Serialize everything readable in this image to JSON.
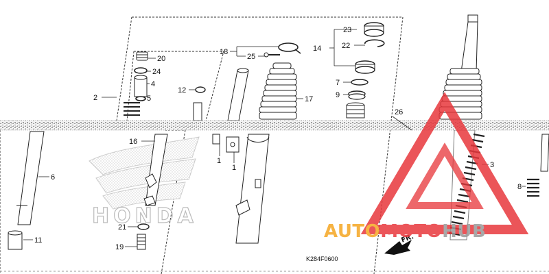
{
  "diagram": {
    "part_code": "K284F0600",
    "direction_label": "FR.",
    "callouts": [
      {
        "id": "c23",
        "label": "23"
      },
      {
        "id": "c22",
        "label": "22"
      },
      {
        "id": "c14",
        "label": "14"
      },
      {
        "id": "c20",
        "label": "20"
      },
      {
        "id": "c18",
        "label": "18"
      },
      {
        "id": "c25",
        "label": "25"
      },
      {
        "id": "c24",
        "label": "24"
      },
      {
        "id": "c7",
        "label": "7"
      },
      {
        "id": "c4",
        "label": "4"
      },
      {
        "id": "c12",
        "label": "12"
      },
      {
        "id": "c2",
        "label": "2"
      },
      {
        "id": "c5",
        "label": "5"
      },
      {
        "id": "c17",
        "label": "17"
      },
      {
        "id": "c9",
        "label": "9"
      },
      {
        "id": "c26",
        "label": "26"
      },
      {
        "id": "c16",
        "label": "16"
      },
      {
        "id": "c1a",
        "label": "1"
      },
      {
        "id": "c1b",
        "label": "1"
      },
      {
        "id": "c3",
        "label": "3"
      },
      {
        "id": "c6",
        "label": "6"
      },
      {
        "id": "c8",
        "label": "8"
      },
      {
        "id": "c21",
        "label": "21"
      },
      {
        "id": "c11",
        "label": "11"
      },
      {
        "id": "c19",
        "label": "19"
      }
    ]
  },
  "watermark": {
    "brand_part1": "AUTO",
    "brand_part2": "MOTO",
    "brand_part3": "HUB",
    "color_orange": "#f5a623",
    "color_red": "#e8383d",
    "color_gray": "#9a9a9a"
  },
  "background_logo": {
    "text": "HONDA"
  }
}
